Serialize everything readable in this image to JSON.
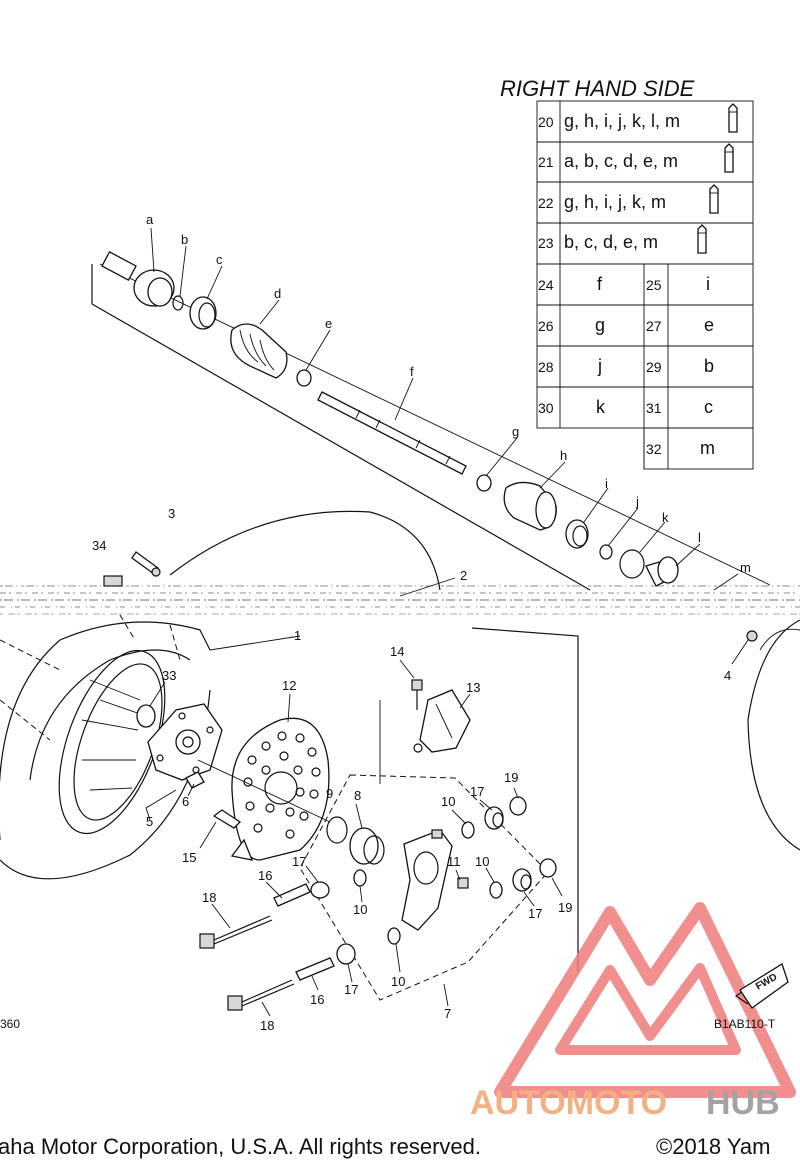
{
  "table": {
    "title": "RIGHT HAND SIDE",
    "rows_wide": [
      {
        "num": "20",
        "text": "g, h, i, j, k, l, m"
      },
      {
        "num": "21",
        "text": "a, b, c, d, e, m"
      },
      {
        "num": "22",
        "text": "g, h, i, j, k, m"
      },
      {
        "num": "23",
        "text": "b, c, d, e, m"
      }
    ],
    "rows_pair": [
      {
        "num_a": "24",
        "val_a": "f",
        "num_b": "25",
        "val_b": "i"
      },
      {
        "num_a": "26",
        "val_a": "g",
        "num_b": "27",
        "val_b": "e"
      },
      {
        "num_a": "28",
        "val_a": "j",
        "num_b": "29",
        "val_b": "b"
      },
      {
        "num_a": "30",
        "val_a": "k",
        "num_b": "31",
        "val_b": "c"
      }
    ],
    "row_last": {
      "num": "32",
      "text": "m"
    }
  },
  "callouts": {
    "a": "a",
    "b": "b",
    "c": "c",
    "d": "d",
    "e": "e",
    "f": "f",
    "g": "g",
    "h": "h",
    "i": "i",
    "j": "j",
    "k": "k",
    "l": "l",
    "m": "m",
    "n1": "1",
    "n2": "2",
    "n3": "3",
    "n4": "4",
    "n5": "5",
    "n6": "6",
    "n7": "7",
    "n8": "8",
    "n9": "9",
    "n10": "10",
    "n11": "11",
    "n12": "12",
    "n13": "13",
    "n14": "14",
    "n15": "15",
    "n16": "16",
    "n17": "17",
    "n18": "18",
    "n19": "19",
    "n33": "33",
    "n34": "34"
  },
  "diagram_code_left": "360",
  "diagram_code_right": "B1AB110-T",
  "fwd_label": "FWD",
  "watermark": {
    "brand_a": "AUTOMOTO",
    "brand_b": "HUB",
    "color_a": "#f3b183",
    "color_b": "#a3a3a3",
    "logo_color": "#ef7b7b"
  },
  "footer": {
    "left": "aha Motor Corporation, U.S.A. All rights reserved.",
    "right": "©2018 Yam"
  }
}
